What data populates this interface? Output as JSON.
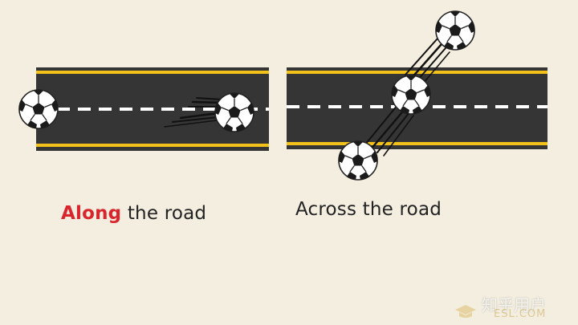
{
  "captions": {
    "along_highlight": "Along",
    "along_rest": " the road",
    "across": "Across the road"
  },
  "watermark": {
    "text": "知乎用户",
    "sub": "ESL.COM"
  },
  "colors": {
    "background": "#f3eedf",
    "road": "#353535",
    "road_edge_line": "#f2c21b",
    "center_dash": "#ffffff",
    "highlight": "#d9262e"
  },
  "icons": [
    "soccer-ball-icon",
    "motion-lines-icon",
    "graduation-cap-icon"
  ]
}
